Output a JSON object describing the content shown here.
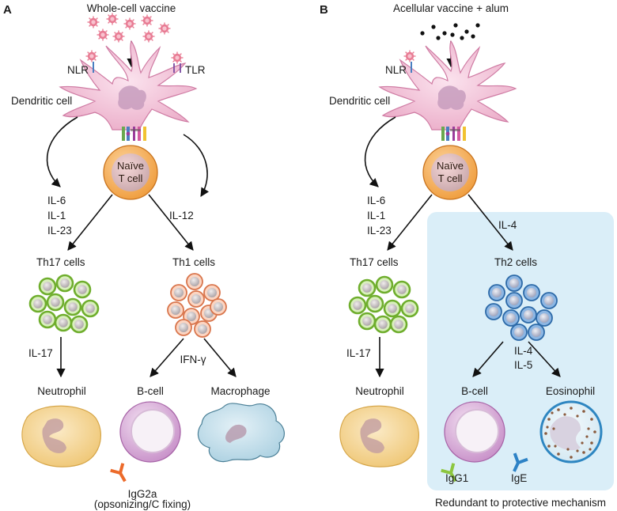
{
  "panels": [
    {
      "letter": "A",
      "stimulus": "Whole-cell vaccine",
      "receptors": [
        "NLR",
        "TLR"
      ],
      "dendritic_cell": "Dendritic cell",
      "naive_cell": [
        "Naïve",
        "T cell"
      ],
      "left_cytokines": [
        "IL-6",
        "IL-1",
        "IL-23"
      ],
      "right_cytokine": "IL-12",
      "left_effector": "Th17 cells",
      "right_effector": "Th1 cells",
      "left_signal": "IL-17",
      "right_signal": [
        "IFN-γ"
      ],
      "outputs": [
        "Neutrophil",
        "B-cell",
        "Macrophage"
      ],
      "antibodies": [
        "IgG2a",
        "(opsonizing/C fixing)"
      ]
    },
    {
      "letter": "B",
      "stimulus": "Acellular vaccine + alum",
      "receptors": [
        "NLR"
      ],
      "dendritic_cell": "Dendritic cell",
      "naive_cell": [
        "Naïve",
        "T cell"
      ],
      "left_cytokines": [
        "IL-6",
        "IL-1",
        "IL-23"
      ],
      "right_cytokine": "IL-4",
      "left_effector": "Th17 cells",
      "right_effector": "Th2 cells",
      "left_signal": "IL-17",
      "right_signal": [
        "IL-4",
        "IL-5"
      ],
      "outputs": [
        "Neutrophil",
        "B-cell",
        "Eosinophil"
      ],
      "antibodies": [
        "IgG1",
        "IgE"
      ],
      "box_caption": "Redundant to protective mechanism"
    }
  ],
  "colors": {
    "th17": "#8cc63f",
    "th1": "#f4a582",
    "th2": "#4a8fd0",
    "naive": "#f5a849",
    "dendritic": "#f2c2d6",
    "bcell": "#d7a6d6",
    "neutrophil": "#f5d48e",
    "macrophage": "#b9dbe8",
    "redundant_box": "#daeef8",
    "bacteria": "#e87c94",
    "igg2a": "#ec6a2a",
    "igg1": "#8cc63f",
    "ige": "#2d82c6"
  }
}
